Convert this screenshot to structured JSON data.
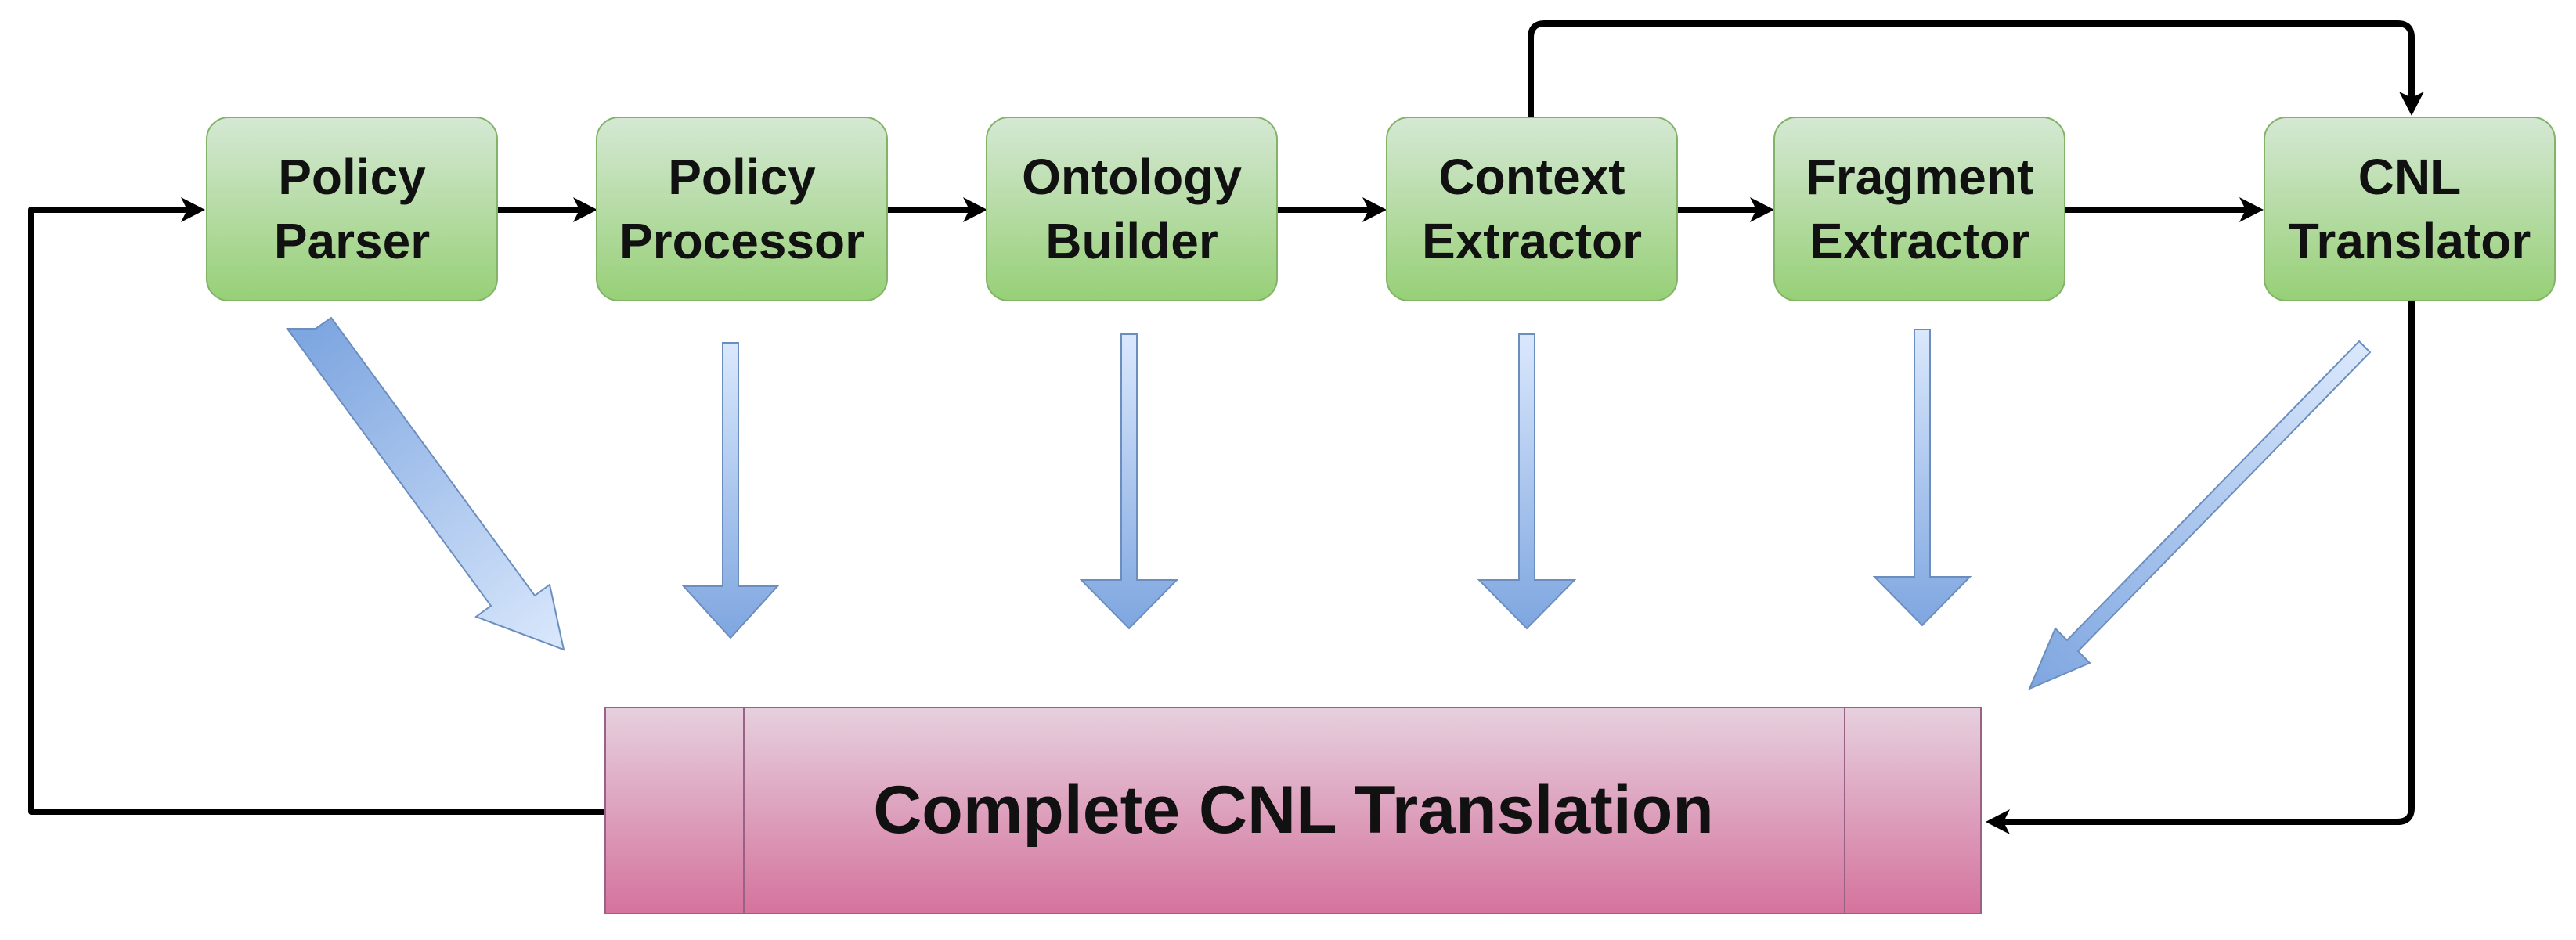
{
  "diagram": {
    "nodes": [
      {
        "id": "policy-parser",
        "lines": [
          "Policy",
          "Parser"
        ]
      },
      {
        "id": "policy-processor",
        "lines": [
          "Policy",
          "Processor"
        ]
      },
      {
        "id": "ontology-builder",
        "lines": [
          "Ontology",
          "Builder"
        ]
      },
      {
        "id": "context-extractor",
        "lines": [
          "Context",
          "Extractor"
        ]
      },
      {
        "id": "fragment-extractor",
        "lines": [
          "Fragment",
          "Extractor"
        ]
      },
      {
        "id": "cnl-translator",
        "lines": [
          "CNL",
          "Translator"
        ]
      }
    ],
    "result": {
      "label": "Complete CNL Translation"
    },
    "colors": {
      "node_fill_top": "#d5e8d4",
      "node_fill_bottom": "#97d077",
      "node_stroke": "#82b366",
      "result_fill_top": "#e6d0de",
      "result_fill_bottom": "#d5739d",
      "result_stroke": "#996185",
      "arrow_fill_light": "#dae8fc",
      "arrow_fill_dark": "#7ea6e0",
      "arrow_stroke": "#6c8ebf",
      "flow": "#000000"
    }
  }
}
